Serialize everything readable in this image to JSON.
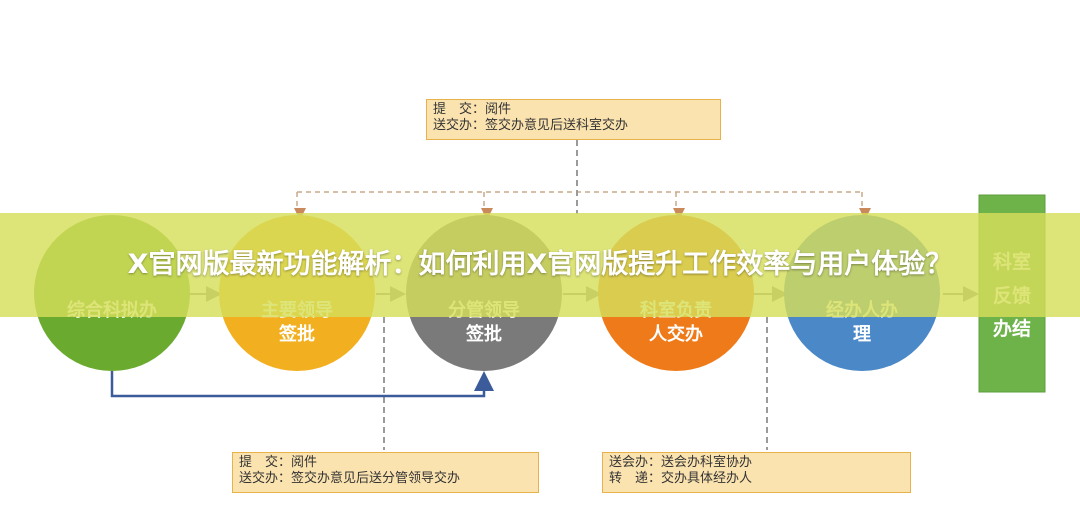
{
  "diagram": {
    "notes": {
      "top": [
        "提　交：阅件",
        "送交办：签交办意见后送科室交办"
      ],
      "bottom_left": [
        "提　交：阅件",
        "送交办：签交办意见后送分管领导交办"
      ],
      "bottom_right": [
        "送会办：送会办科室协办",
        "转　递：交办具体经办人"
      ]
    },
    "nodes": [
      {
        "label1": "综合科拟办",
        "label2": "",
        "color": "#6aaa2e"
      },
      {
        "label1": "主要领导",
        "label2": "签批",
        "color": "#f2b021"
      },
      {
        "label1": "分管领导",
        "label2": "签批",
        "color": "#7a7a7a"
      },
      {
        "label1": "科室负责",
        "label2": "人交办",
        "color": "#ee7a1a"
      },
      {
        "label1": "经办人办",
        "label2": "理",
        "color": "#4a88c7"
      }
    ],
    "end": {
      "lines": [
        "科室",
        "反馈",
        "办结"
      ],
      "color": "#6eb24a"
    }
  },
  "banner": {
    "title": "X官网版最新功能解析：如何利用X官网版提升工作效率与用户体验？"
  }
}
